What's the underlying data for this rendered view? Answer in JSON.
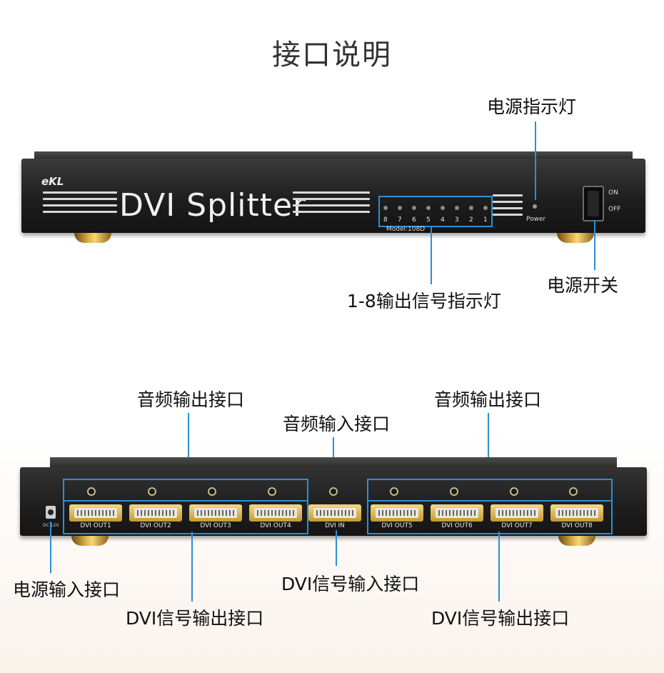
{
  "title": "接口说明",
  "front": {
    "logo": "eKL",
    "product_name": "DVI Splitter",
    "led_numbers": [
      "8",
      "7",
      "6",
      "5",
      "4",
      "3",
      "2",
      "1"
    ],
    "model": "Model:108D",
    "power_label": "Power",
    "switch_on": "ON",
    "switch_off": "OFF",
    "callout_power_led": "电源指示灯",
    "callout_power_switch": "电源开关",
    "callout_output_leds": "1-8输出信号指示灯"
  },
  "back": {
    "dc_label": "DC 12V",
    "left_ports": [
      "DVI OUT1",
      "DVI OUT2",
      "DVI OUT3",
      "DVI OUT4"
    ],
    "input_port": "DVI IN",
    "right_ports": [
      "DVI OUT5",
      "DVI OUT6",
      "DVI OUT7",
      "DVI OUT8"
    ],
    "callout_audio_out_left": "音频输出接口",
    "callout_audio_out_right": "音频输出接口",
    "callout_audio_in": "音频输入接口",
    "callout_power_in": "电源输入接口",
    "callout_dvi_out_left": "DVI信号输出接口",
    "callout_dvi_in": "DVI信号输入接口",
    "callout_dvi_out_right": "DVI信号输出接口"
  },
  "colors": {
    "accent": "#2b8fd6",
    "panel": "#1c1c1c",
    "gold": "#e0b34a"
  }
}
